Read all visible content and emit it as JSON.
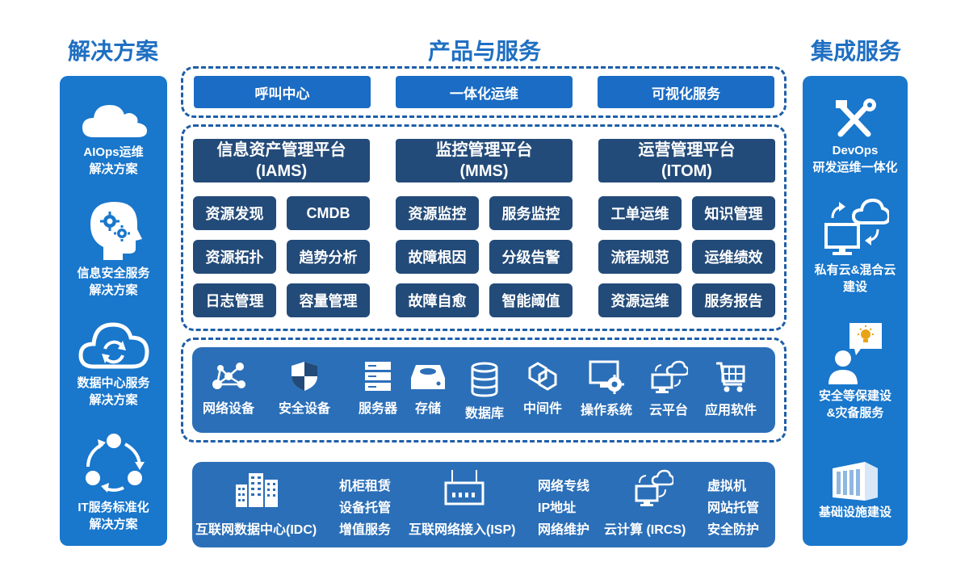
{
  "columns": {
    "left_title": "解决方案",
    "center_title": "产品与服务",
    "right_title": "集成服务"
  },
  "left_items": [
    {
      "icon": "cloud-icon",
      "line1": "AIOps运维",
      "line2": "解决方案"
    },
    {
      "icon": "head-gears-icon",
      "line1": "信息安全服务",
      "line2": "解决方案"
    },
    {
      "icon": "cloud-sync-icon",
      "line1": "数据中心服务",
      "line2": "解决方案"
    },
    {
      "icon": "cycle-icon",
      "line1": "IT服务标准化",
      "line2": "解决方案"
    }
  ],
  "right_items": [
    {
      "icon": "tools-icon",
      "line1": "DevOps",
      "line2": "研发运维一体化"
    },
    {
      "icon": "hybrid-cloud-icon",
      "line1": "私有云&混合云",
      "line2": "建设"
    },
    {
      "icon": "security-person-icon",
      "line1": "安全等保建设",
      "line2": "&灾备服务"
    },
    {
      "icon": "datacenter-building-icon",
      "line1": "基础设施建设",
      "line2": ""
    }
  ],
  "top_services": [
    "呼叫中心",
    "一体化运维",
    "可视化服务"
  ],
  "platforms": [
    {
      "title": "信息资产管理平台",
      "code": "(IAMS)",
      "modules": [
        "资源发现",
        "CMDB",
        "资源拓扑",
        "趋势分析",
        "日志管理",
        "容量管理"
      ]
    },
    {
      "title": "监控管理平台",
      "code": "(MMS)",
      "modules": [
        "资源监控",
        "服务监控",
        "故障根因",
        "分级告警",
        "故障自愈",
        "智能阈值"
      ]
    },
    {
      "title": "运营管理平台",
      "code": "(ITOM)",
      "modules": [
        "工单运维",
        "知识管理",
        "流程规范",
        "运维绩效",
        "资源运维",
        "服务报告"
      ]
    }
  ],
  "infrastructure": [
    {
      "icon": "network-device-icon",
      "label": "网络设备"
    },
    {
      "icon": "shield-icon",
      "label": "安全设备"
    },
    {
      "icon": "server-icon",
      "label": "服务器"
    },
    {
      "icon": "storage-icon",
      "label": "存储"
    },
    {
      "icon": "database-icon",
      "label": "数据库"
    },
    {
      "icon": "middleware-icon",
      "label": "中间件"
    },
    {
      "icon": "os-gear-icon",
      "label": "操作系统"
    },
    {
      "icon": "cloud-platform-icon",
      "label": "云平台"
    },
    {
      "icon": "cart-icon",
      "label": "应用软件"
    }
  ],
  "base_services": {
    "idc": {
      "icon": "building-icon",
      "label": "互联网数据中心(IDC)",
      "items": [
        "机柜租赁",
        "设备托管",
        "增值服务"
      ]
    },
    "isp": {
      "icon": "router-icon",
      "label": "互联网络接入(ISP)",
      "items": [
        "网络专线",
        "IP地址",
        "网络维护"
      ]
    },
    "ircs": {
      "icon": "cloud-computer-icon",
      "label": "云计算 (IRCS)",
      "items": [
        "虚拟机",
        "网站托管",
        "安全防护"
      ]
    }
  },
  "colors": {
    "title_blue": "#1f6fc2",
    "side_blue": "#1977cc",
    "button_blue": "#1a6cc4",
    "navy": "#234b79",
    "panel_blue": "#2b6fb8",
    "dash_border": "#1e5fa8"
  }
}
